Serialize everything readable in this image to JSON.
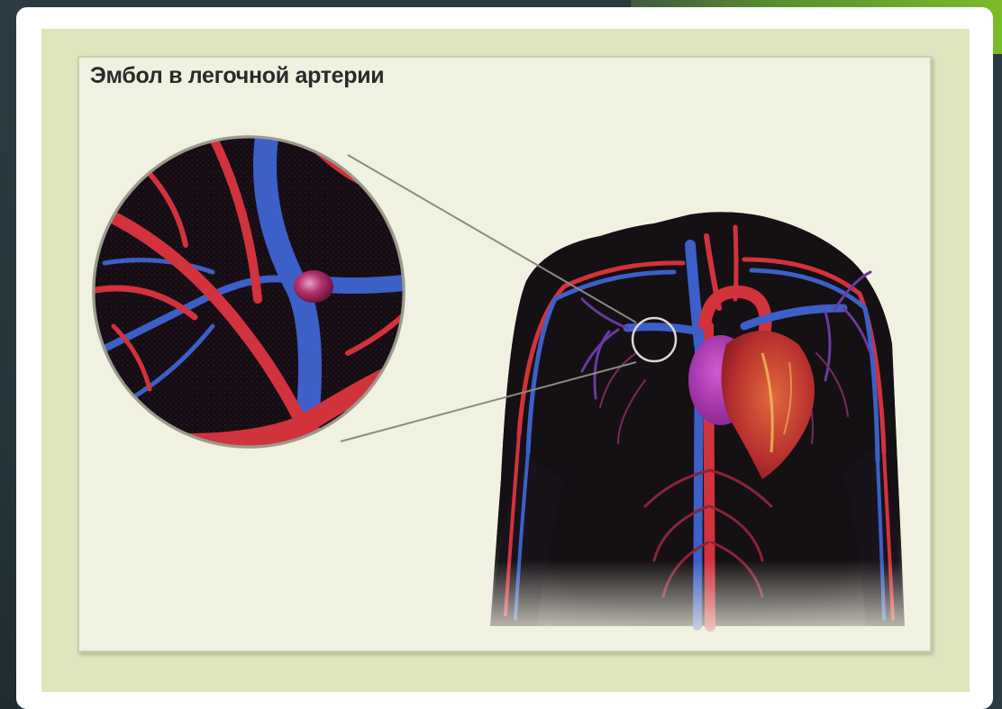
{
  "figure": {
    "title": "Эмбол в легочной артерии"
  },
  "colors": {
    "artery": "#d2323c",
    "vein": "#3c5fc8",
    "heart": "#c8463c",
    "atrium": "#b43cb4",
    "embolus": "#a0285a",
    "body": "#141014",
    "panel": "#f1f1e2",
    "frame": "#dfe6bd"
  },
  "icons": [
    "magnifier-circle",
    "body-silhouette",
    "heart",
    "embolus"
  ]
}
